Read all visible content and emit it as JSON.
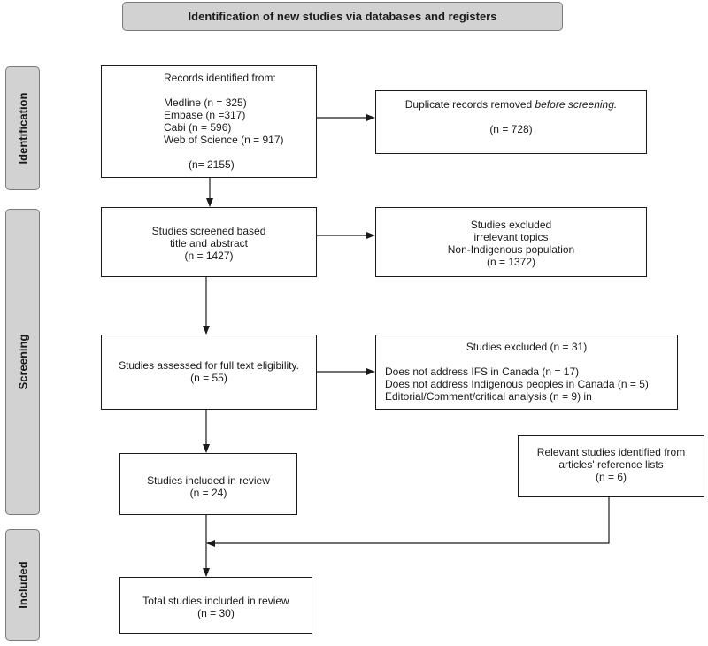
{
  "header": "Identification of new studies via databases and registers",
  "stages": {
    "identification": "Identification",
    "screening": "Screening",
    "included": "Included"
  },
  "records_identified": {
    "title": "Records identified from:",
    "sources": [
      "Medline (n = 325)",
      "Embase (n =317)",
      "Cabi (n = 596)",
      "Web of Science (n = 917)"
    ],
    "total": "(n= 2155)"
  },
  "duplicates_removed": {
    "text": "Duplicate records removed ",
    "emphasis": "before screening.",
    "count": "(n = 728)"
  },
  "screened": {
    "line1": "Studies screened based",
    "line2": "title and abstract",
    "count": "(n = 1427)"
  },
  "excluded_screening": {
    "line1": "Studies excluded",
    "line2": "irrelevant topics",
    "line3": "Non-Indigenous population",
    "count": "(n = 1372)"
  },
  "full_text": {
    "line1": "Studies assessed for full text eligibility.",
    "count": "(n = 55)"
  },
  "excluded_full_text": {
    "title": "Studies excluded (n = 31)",
    "reasons": [
      "Does not address IFS in Canada (n = 17)",
      "Does not address Indigenous peoples in Canada (n = 5)",
      "Editorial/Comment/critical analysis (n = 9) in"
    ]
  },
  "included_review": {
    "line1": "Studies included in review",
    "count": "(n = 24)"
  },
  "reference_lists": {
    "line1": "Relevant studies identified from",
    "line2": "articles' reference lists",
    "count": "(n = 6)"
  },
  "total_included": {
    "line1": "Total studies included in review",
    "count": "(n = 30)"
  }
}
